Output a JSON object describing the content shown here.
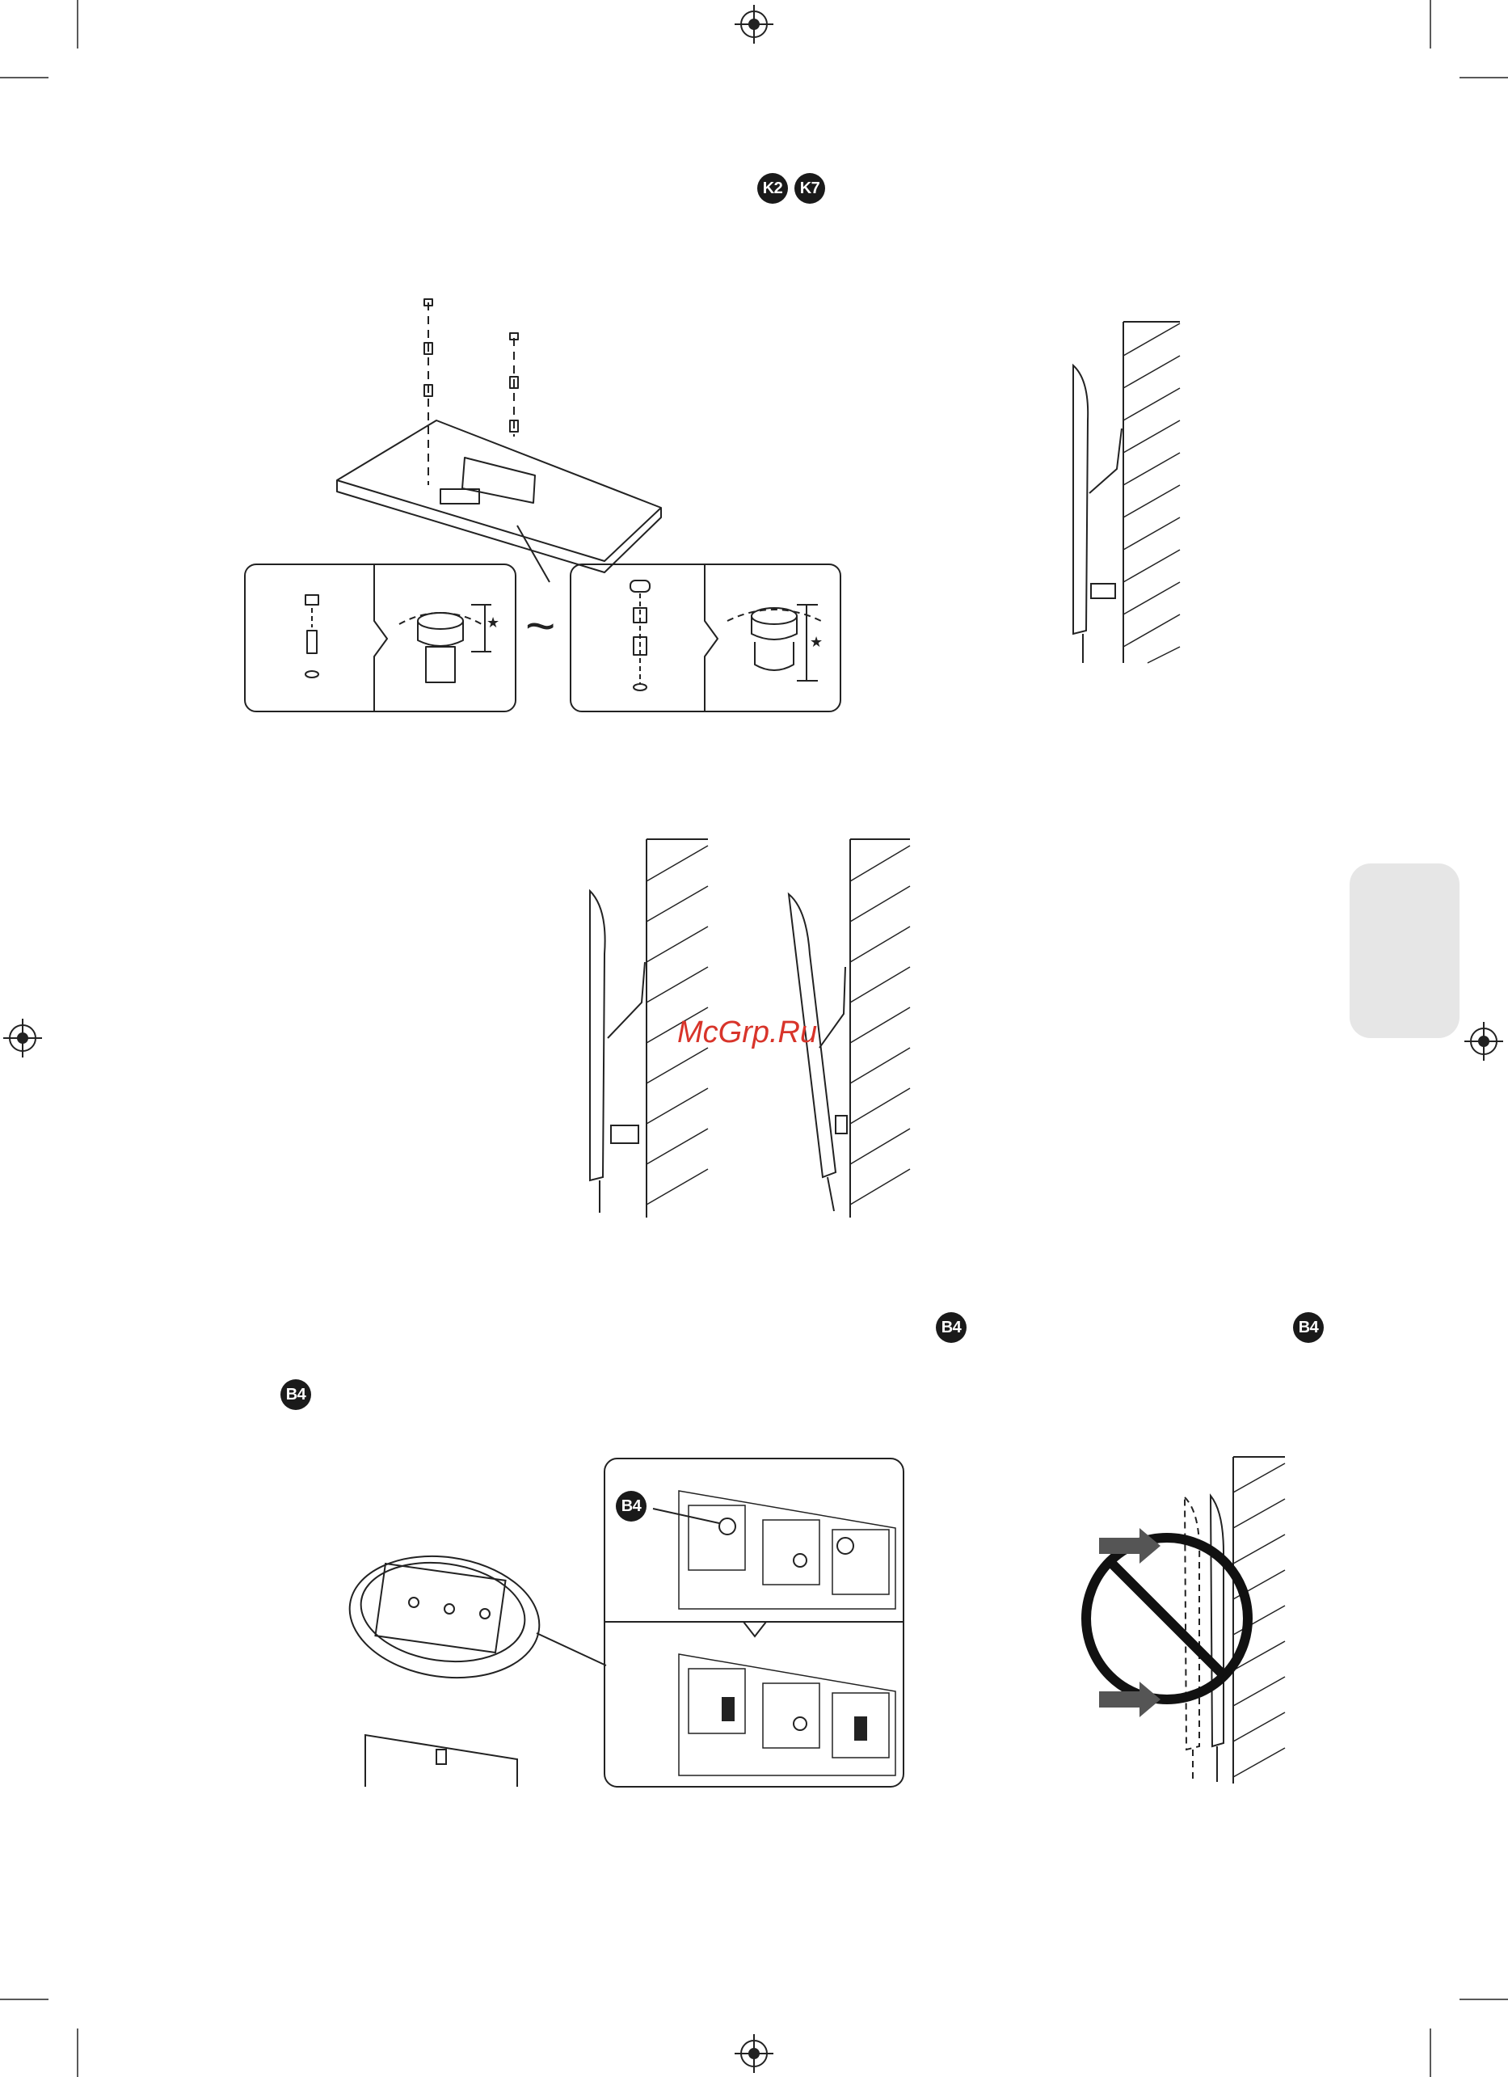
{
  "badges": {
    "k2": "K2",
    "k7": "K7",
    "b4_a": "B4",
    "b4_b": "B4",
    "b4_c": "B4",
    "b4_d": "B4"
  },
  "symbols": {
    "tilde": "~",
    "star": "★"
  },
  "watermark": "McGrp.Ru",
  "colors": {
    "badge": "#1a1a1a",
    "tab": "#e6e6e6",
    "watermark": "#d8342a",
    "line": "#222222"
  }
}
